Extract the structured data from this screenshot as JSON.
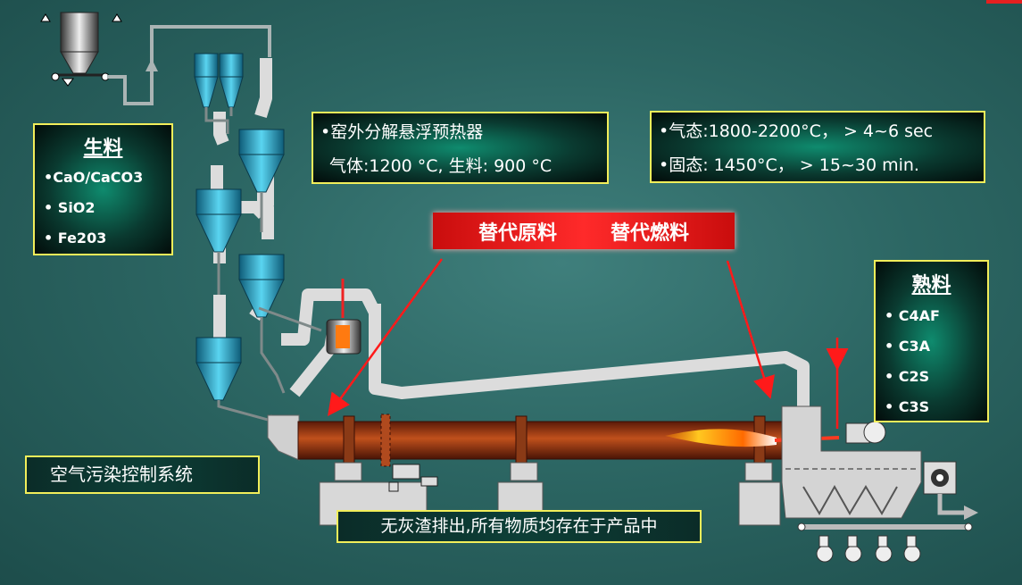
{
  "raw_material": {
    "title": "生料",
    "items": [
      "•CaO/CaCO3",
      "• SiO2",
      "• Fe203"
    ]
  },
  "preheater": {
    "line1": "•窑外分解悬浮预热器",
    "line2": "气体:1200 °C, 生料: 900 °C"
  },
  "conditions": {
    "line1": "•气态:1800-2200°C， > 4~6 sec",
    "line2": "•固态: 1450°C， > 15~30 min."
  },
  "banner": {
    "left": "替代原料",
    "right": "替代燃料"
  },
  "clinker": {
    "title": "熟料",
    "items": [
      "• C4AF",
      "• C3A",
      "• C2S",
      "• C3S"
    ]
  },
  "air_control": {
    "label": "空气污染控制系统"
  },
  "no_ash": {
    "label": "无灰渣排出,所有物质均存在于产品中"
  },
  "colors": {
    "box_border": "#f2ee5a",
    "banner_red": "#e01818",
    "kiln_brown": "#8a2a10",
    "pipe": "#d8d8d8",
    "cyclone": "#2aa4c8"
  }
}
